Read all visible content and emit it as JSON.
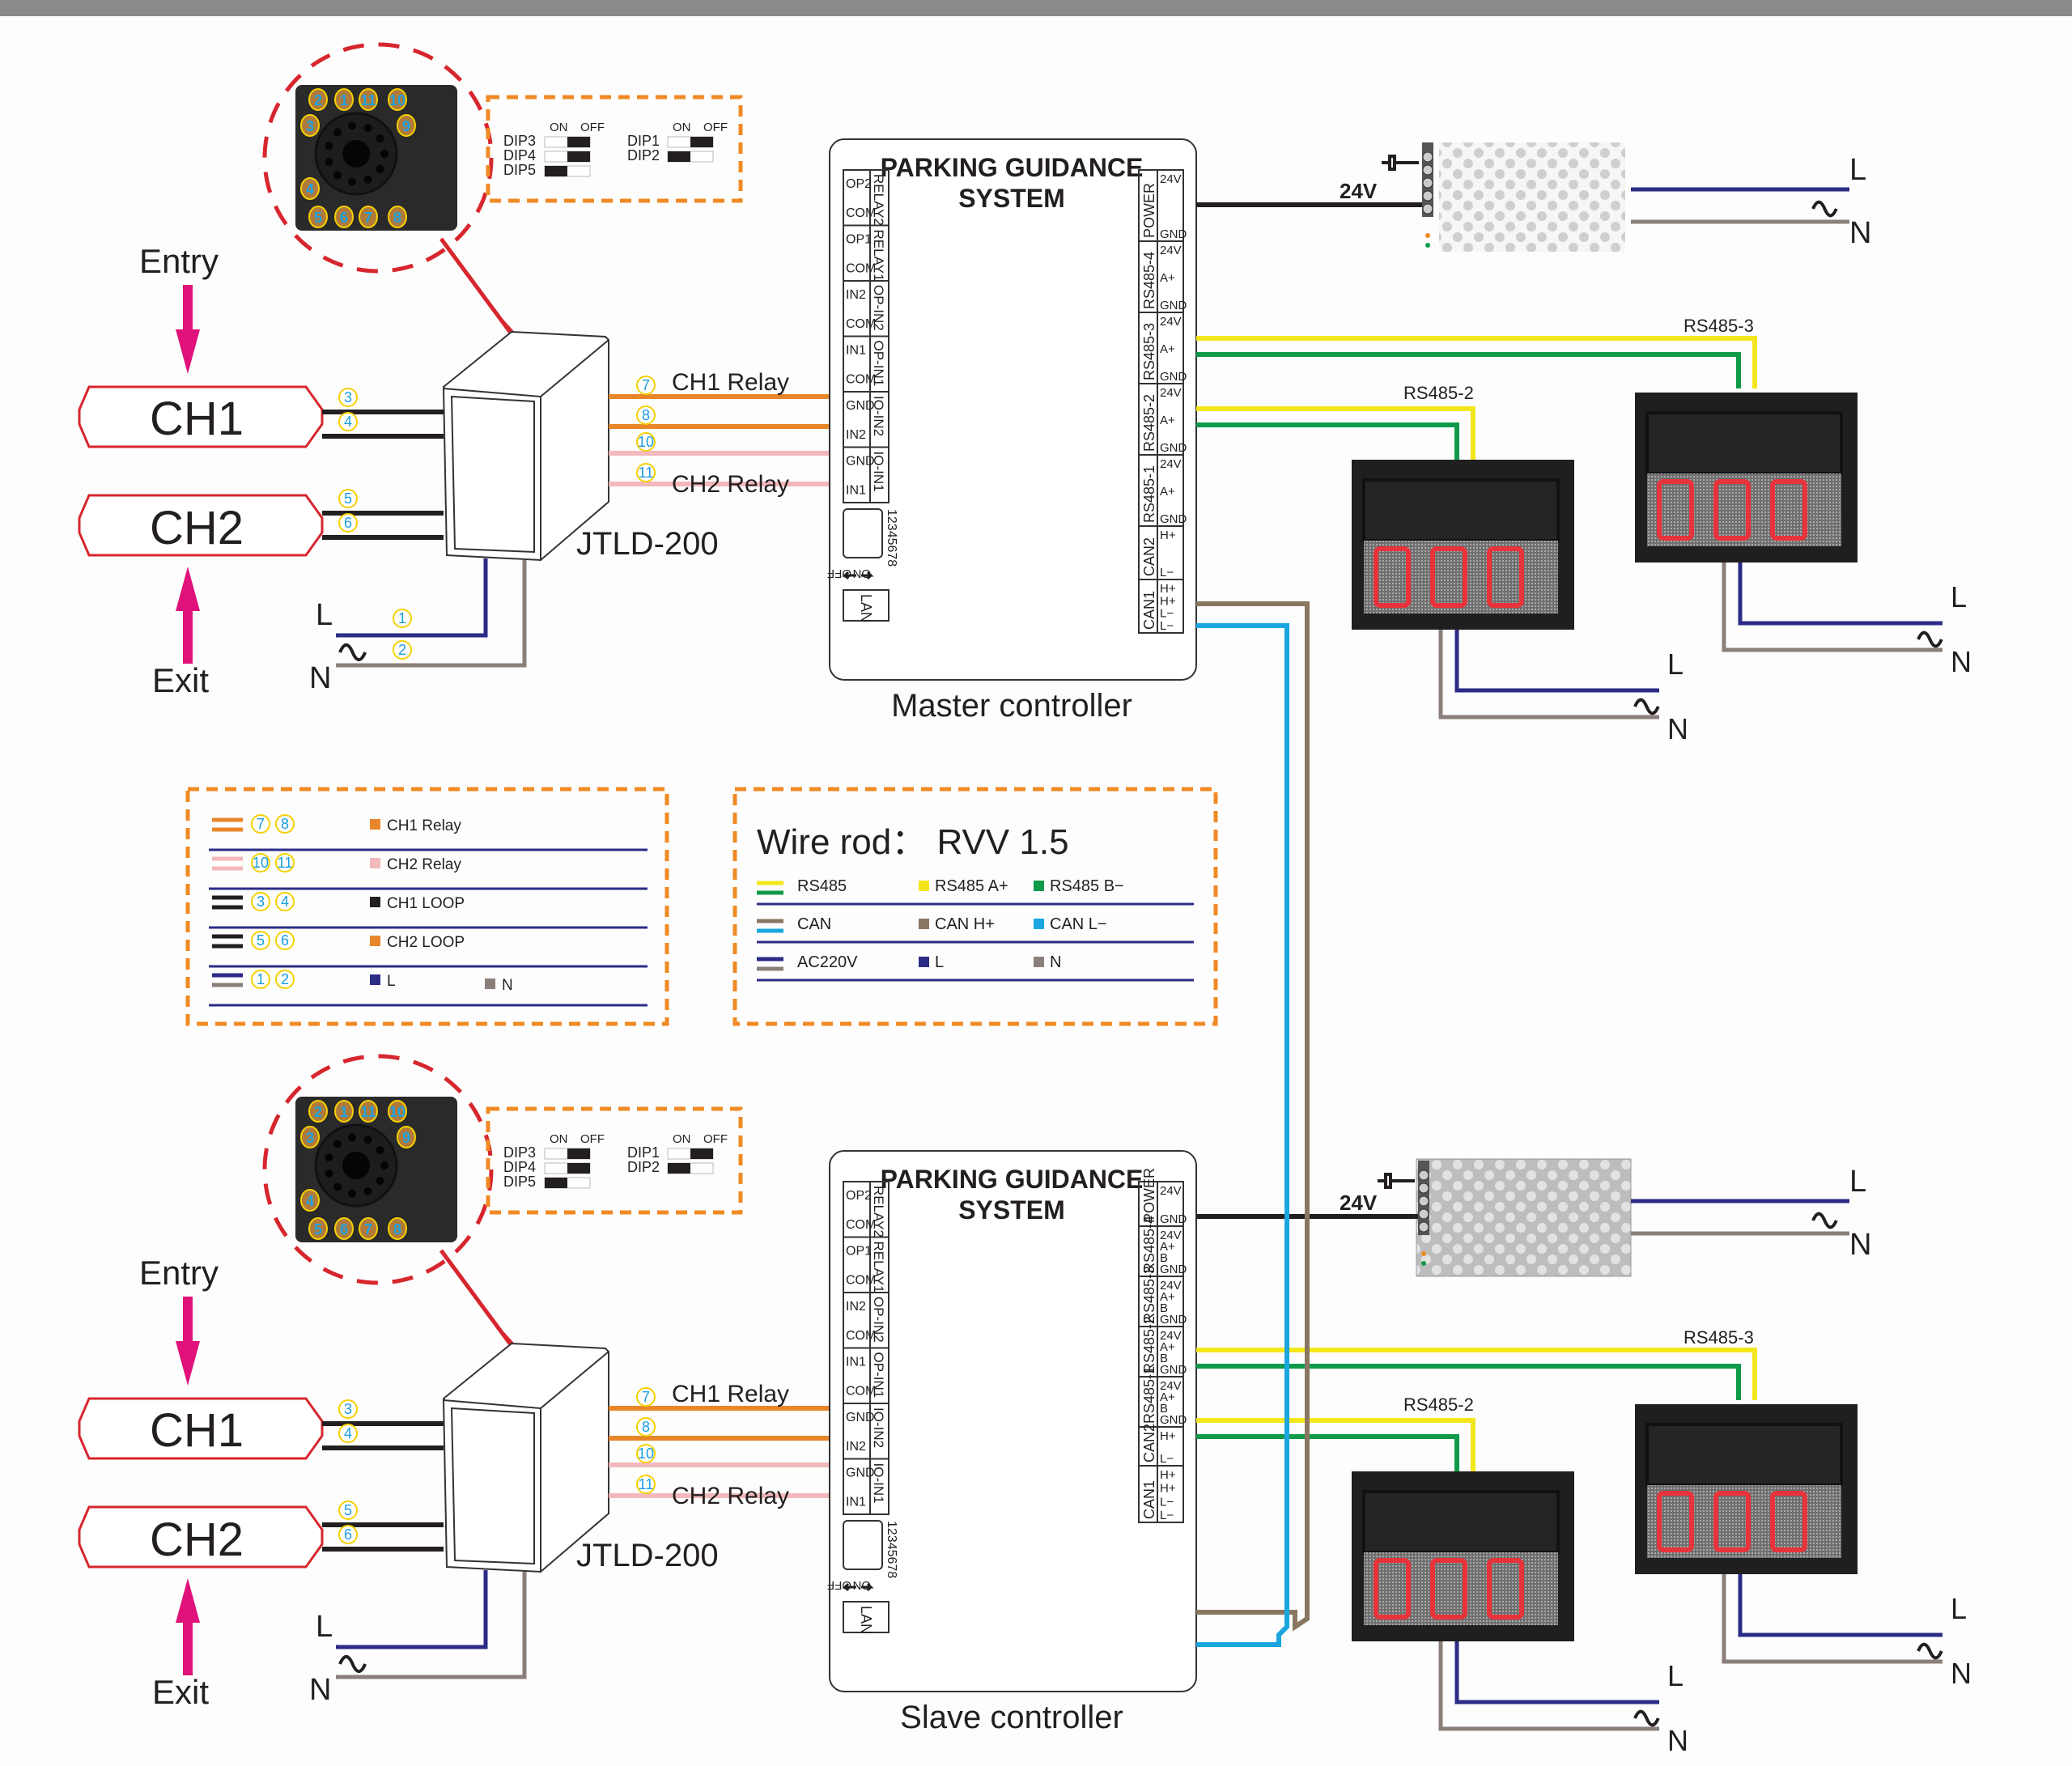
{
  "colors": {
    "relay_ch1": "#e8862a",
    "relay_ch2": "#f2b8bb",
    "loop": "#231f20",
    "ac_l": "#2b2c86",
    "ac_n": "#8a7f7a",
    "rs485_a": "#f4e61c",
    "rs485_b": "#0f9a4a",
    "can_h": "#8a7762",
    "can_l": "#1ba6e0",
    "accent_dash": "#f08a24",
    "arrow": "#e0127a",
    "detector_outline": "#d7262e"
  },
  "sections": [
    {
      "id": "master",
      "controller_label": "Master controller",
      "entry_label": "Entry",
      "exit_label": "Exit",
      "ch1_label": "CH1",
      "ch2_label": "CH2",
      "detector_model": "JTLD-200",
      "relay1_label": "CH1  Relay",
      "relay2_label": "CH2  Relay",
      "power_l": "L",
      "power_n": "N",
      "tilde": "~",
      "psu_voltage": "24V"
    },
    {
      "id": "slave",
      "controller_label": "Slave controller",
      "entry_label": "Entry",
      "exit_label": "Exit",
      "ch1_label": "CH1",
      "ch2_label": "CH2",
      "detector_model": "JTLD-200",
      "relay1_label": "CH1  Relay",
      "relay2_label": "CH2  Relay",
      "power_l": "L",
      "power_n": "N",
      "tilde": "~",
      "psu_voltage": "24V"
    }
  ],
  "terminal_numbers": [
    "1",
    "2",
    "3",
    "4",
    "5",
    "6",
    "7",
    "8",
    "10",
    "11"
  ],
  "socket_pins": {
    "top": [
      "2",
      "1",
      "11",
      "10"
    ],
    "left": [
      "3",
      "4"
    ],
    "right": [
      "9"
    ],
    "bottom": [
      "5",
      "6",
      "7",
      "8"
    ]
  },
  "dip_panel": {
    "on": "ON",
    "off": "OFF",
    "switches_left": [
      {
        "name": "DIP3",
        "state": "OFF"
      },
      {
        "name": "DIP4",
        "state": "OFF"
      },
      {
        "name": "DIP5",
        "state": "ON"
      }
    ],
    "switches_right": [
      {
        "name": "DIP1",
        "state": "OFF"
      },
      {
        "name": "DIP2",
        "state": "ON"
      }
    ]
  },
  "controller": {
    "title_line1": "PARKING GUIDANCE",
    "title_line2": "SYSTEM",
    "left_groups": [
      {
        "group": "RELAY2",
        "pins": [
          "OP2",
          "COM"
        ]
      },
      {
        "group": "RELAY1",
        "pins": [
          "OP1",
          "COM"
        ]
      },
      {
        "group": "OP-IN2",
        "pins": [
          "IN2",
          "COM"
        ]
      },
      {
        "group": "OP-IN1",
        "pins": [
          "IN1",
          "COM"
        ]
      },
      {
        "group": "IO-IN2",
        "pins": [
          "GND",
          "IN2"
        ]
      },
      {
        "group": "IO-IN1",
        "pins": [
          "GND",
          "IN1"
        ]
      }
    ],
    "dip_digits": "12345678",
    "dip_on": "ON",
    "dip_off": "OFF",
    "lan": "LAN",
    "right_groups_master": [
      {
        "group": "POWER",
        "pins": [
          "24V",
          "GND"
        ]
      },
      {
        "group": "RS485-4",
        "pins": [
          "24V",
          "A+",
          "GND"
        ]
      },
      {
        "group": "RS485-3",
        "pins": [
          "24V",
          "A+",
          "GND"
        ]
      },
      {
        "group": "RS485-2",
        "pins": [
          "24V",
          "A+",
          "GND"
        ]
      },
      {
        "group": "RS485-1",
        "pins": [
          "24V",
          "A+",
          "GND"
        ]
      },
      {
        "group": "CAN2",
        "pins": [
          "H+",
          "L−"
        ]
      },
      {
        "group": "CAN1",
        "pins": [
          "H+",
          "H+",
          "L−",
          "L−"
        ]
      }
    ],
    "right_groups_slave": [
      {
        "group": "POWER",
        "pins": [
          "24V",
          "GND"
        ]
      },
      {
        "group": "RS485-4",
        "pins": [
          "24V",
          "A+",
          "B",
          "GND"
        ]
      },
      {
        "group": "RS485-3",
        "pins": [
          "24V",
          "A+",
          "B",
          "GND"
        ]
      },
      {
        "group": "RS485-2",
        "pins": [
          "24V",
          "A+",
          "B",
          "GND"
        ]
      },
      {
        "group": "RS485-1",
        "pins": [
          "24V",
          "A+",
          "B",
          "GND"
        ]
      },
      {
        "group": "CAN2",
        "pins": [
          "H+",
          "L−"
        ]
      },
      {
        "group": "CAN1",
        "pins": [
          "H+",
          "H+",
          "L−",
          "L−"
        ]
      }
    ]
  },
  "displays": [
    {
      "bus": "RS485-2",
      "value": "000"
    },
    {
      "bus": "RS485-3",
      "value": "000"
    }
  ],
  "legend_left": {
    "rows": [
      {
        "nums": [
          "7",
          "8"
        ],
        "label": "CH1  Relay",
        "wire": "relay_ch1"
      },
      {
        "nums": [
          "10",
          "11"
        ],
        "label": "CH2  Relay",
        "wire": "relay_ch2"
      },
      {
        "nums": [
          "3",
          "4"
        ],
        "label": "CH1  LOOP",
        "wire": "loop"
      },
      {
        "nums": [
          "5",
          "6"
        ],
        "label": "CH2  LOOP",
        "wire": "loop"
      },
      {
        "nums": [
          "1",
          "2"
        ],
        "label": "L",
        "label2": "N",
        "wire": "ac"
      }
    ]
  },
  "legend_right": {
    "title": "Wire rod：  RVV 1.5",
    "rows": [
      {
        "name": "RS485",
        "a": "RS485  A+",
        "b": "RS485  B−"
      },
      {
        "name": "CAN",
        "a": "CAN  H+",
        "b": "CAN  L−"
      },
      {
        "name": "AC220V",
        "a": "L",
        "b": "N"
      }
    ]
  }
}
